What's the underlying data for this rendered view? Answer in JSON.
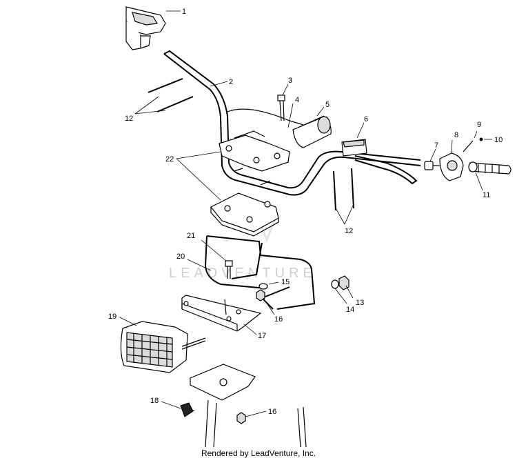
{
  "watermark": "LEADVENTURE",
  "footer": "Rendered by LeadVenture, Inc.",
  "callouts": {
    "c1": "1",
    "c2": "2",
    "c3": "3",
    "c4": "4",
    "c5": "5",
    "c6": "6",
    "c7": "7",
    "c8": "8",
    "c9": "9",
    "c10": "10",
    "c11": "11",
    "c12a": "12",
    "c12b": "12",
    "c13": "13",
    "c14": "14",
    "c15": "15",
    "c16a": "16",
    "c16b": "16",
    "c17": "17",
    "c18": "18",
    "c19": "19",
    "c20": "20",
    "c21": "21",
    "c22": "22"
  }
}
